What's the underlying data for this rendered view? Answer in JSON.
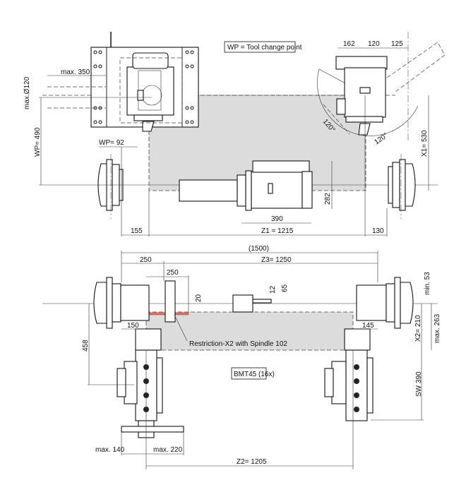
{
  "legend": {
    "tool_change_point": "WP = Tool change point",
    "bmt_label": "BMT45 (16x)"
  },
  "colors": {
    "workzone": "#dcdcdc",
    "restriction": "#e8735f",
    "line": "#222222"
  },
  "top_view": {
    "max_350": "max. 350",
    "max_dia_120": "max.Ø120",
    "wp_490": "WP= 490",
    "wp_92": "WP= 92",
    "dim_155": "155",
    "z1": "Z1 = 1215",
    "dim_130": "130",
    "dim_390": "390",
    "dim_282": "282",
    "x1": "X1= 530",
    "dim_162": "162",
    "dim_120": "120",
    "dim_125": "125",
    "angle_left": "120°",
    "angle_right": "120°"
  },
  "bottom_view": {
    "dim_1500": "(1500)",
    "dim_250_a": "250",
    "z3": "Z3= 1250",
    "dim_250_b": "250",
    "dim_20": "20",
    "dim_12": "12",
    "dim_65": "65",
    "dim_150": "150",
    "dim_145": "145",
    "restriction": "Restriction-X2 with Spindle 102",
    "dim_458": "458",
    "min_53": "min. 53",
    "x2": "X2= 210",
    "max_263": "max. 263",
    "sw_390": "SW 390",
    "max_140": "max. 140",
    "max_220": "max. 220",
    "z2": "Z2= 1205"
  }
}
